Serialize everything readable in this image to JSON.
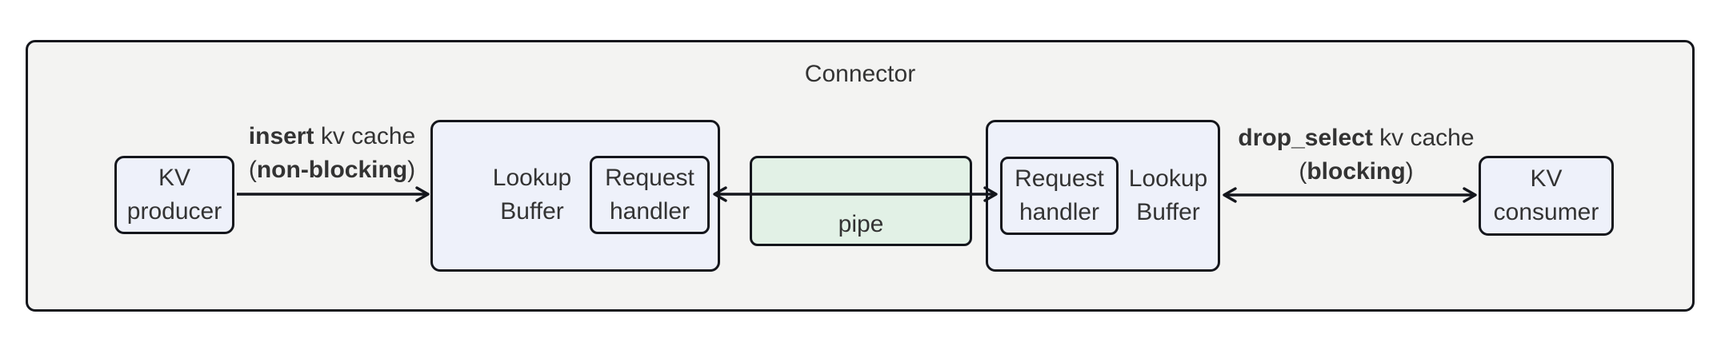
{
  "connector": {
    "title": "Connector"
  },
  "nodes": {
    "kv_producer": {
      "line1": "KV",
      "line2": "producer"
    },
    "lookup_buffer_left": {
      "line1": "Lookup",
      "line2": "Buffer"
    },
    "request_handler_left": {
      "line1": "Request",
      "line2": "handler"
    },
    "pipe": {
      "label": "pipe"
    },
    "request_handler_right": {
      "line1": "Request",
      "line2": "handler"
    },
    "lookup_buffer_right": {
      "line1": "Lookup",
      "line2": "Buffer"
    },
    "kv_consumer": {
      "line1": "KV",
      "line2": "consumer"
    }
  },
  "edges": {
    "insert": {
      "line1_bold": "insert",
      "line1_rest": " kv cache",
      "line2_open": "(",
      "line2_bold": "non-blocking",
      "line2_close": ")"
    },
    "drop_select": {
      "line1_bold": "drop_select",
      "line1_rest": " kv cache",
      "line2_open": "(",
      "line2_bold": "blocking",
      "line2_close": ")"
    }
  },
  "colors": {
    "container_fill": "#f3f3f2",
    "node_fill": "#eef1fa",
    "pipe_fill": "#e2f1e6",
    "border": "#14161c",
    "text": "#333333"
  }
}
